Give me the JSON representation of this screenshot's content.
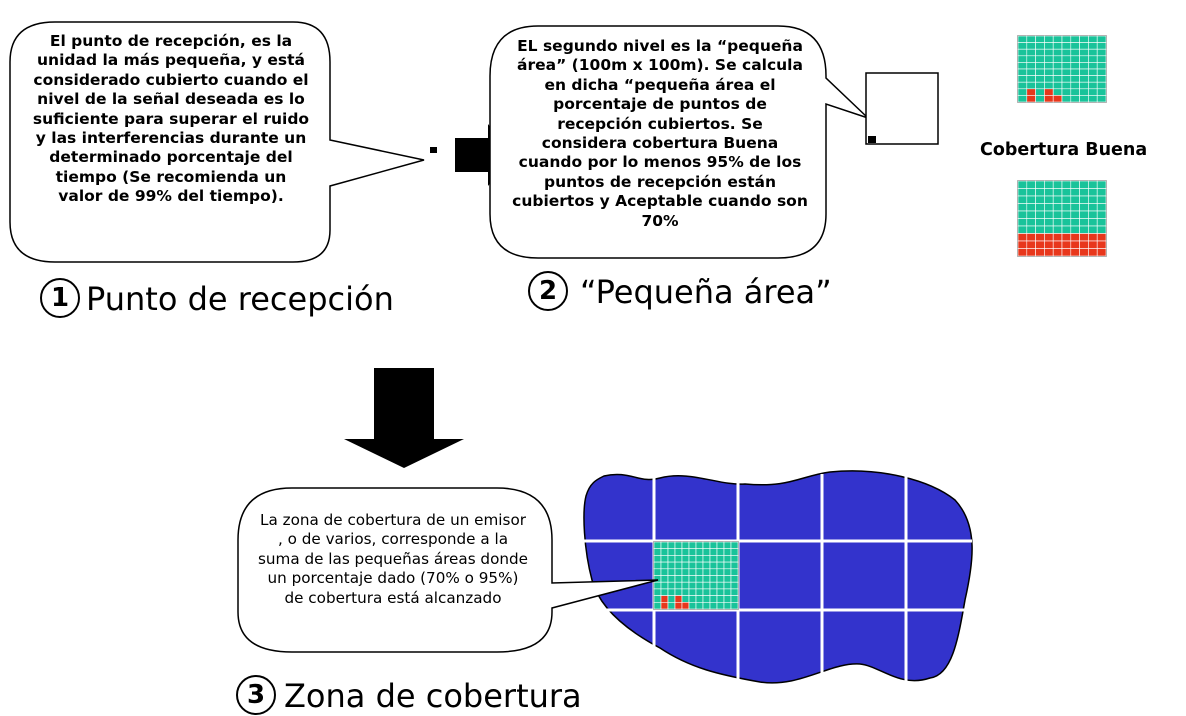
{
  "bubbles": {
    "reception_point": "El punto de recepción, es la unidad la más pequeña, y está considerado cubierto cuando el nivel de la señal deseada es lo suficiente para superar el ruido y las interferencias durante un determinado porcentaje del tiempo (Se recomienda un valor de 99% del tiempo).",
    "small_area": "EL segundo nivel es la “pequeña área” (100m x 100m). Se calcula en dicha “pequeña área el porcentaje de puntos de recepción cubiertos. Se considera cobertura Buena cuando por lo menos 95% de los puntos de recepción están cubiertos y Aceptable cuando son 70%",
    "coverage_zone": "La zona de cobertura de un emisor , o de varios, corresponde a la suma de las pequeñas áreas donde un porcentaje dado (70% o 95%) de cobertura está alcanzado"
  },
  "steps": [
    {
      "number": "1",
      "label": "Punto de recepción"
    },
    {
      "number": "2",
      "label": "“Pequeña área”"
    },
    {
      "number": "3",
      "label": "Zona de cobertura"
    }
  ],
  "coverage_examples": {
    "good_label": "Cobertura Buena"
  },
  "colors": {
    "covered_cell": "#19c39a",
    "uncovered_cell": "#e8371c",
    "region_fill": "#3333cc",
    "grid_line": "#ffffff"
  }
}
